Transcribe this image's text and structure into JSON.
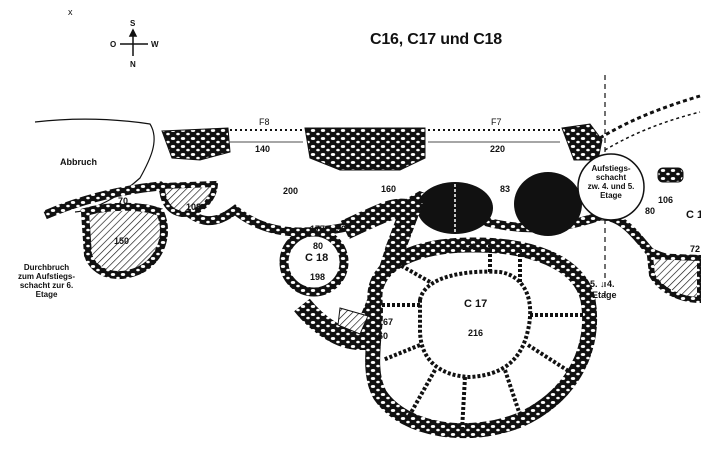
{
  "title": "C16, C17 und C18",
  "compass": {
    "n": "N",
    "s": "S",
    "o": "O",
    "w": "W"
  },
  "labels": {
    "abbruch": "Abbruch",
    "f8": "F8",
    "f7": "F7",
    "c17": "C 17",
    "c18": "C 18",
    "c_right": "C 1",
    "durchbruch": [
      "Durchbruch",
      "zum Aufstiegs-",
      "schacht zur 6.",
      "Etage"
    ],
    "aufstieg": [
      "Aufstiegs-",
      "schacht",
      "zw. 4. und 5.",
      "Etage"
    ],
    "etage_marker": "5. ↓ 4.",
    "etage_label": "Etage",
    "x_mark": "x"
  },
  "heights": {
    "h140": "140",
    "h220": "220",
    "h70": "70",
    "h108": "108",
    "h150": "150",
    "h200": "200",
    "h160": "160",
    "h83": "83",
    "h177": "177",
    "h90": "90",
    "h80": "80",
    "h198": "198",
    "h135": "135",
    "h167": "167",
    "h60": "60",
    "h216": "216",
    "h106": "106",
    "h80b": "80",
    "h72": "72"
  },
  "colors": {
    "ink": "#111111",
    "background": "#ffffff"
  }
}
